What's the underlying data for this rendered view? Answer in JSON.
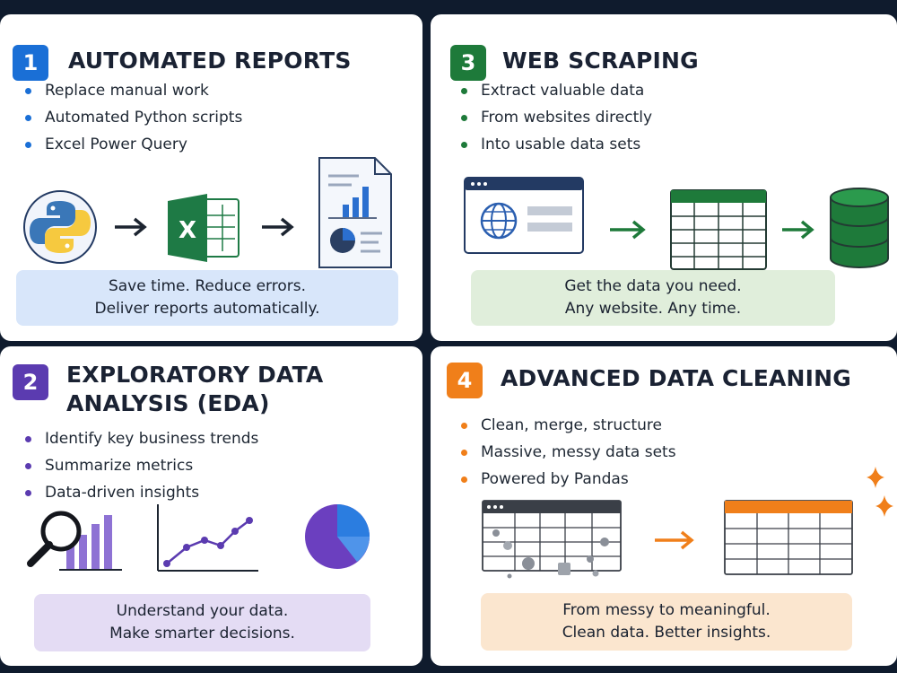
{
  "colors": {
    "blue": "#1a6fd6",
    "green": "#1e7a3a",
    "purple": "#5b3bb0",
    "orange": "#f07f1a",
    "blue_bg": "#d8e6fa",
    "green_bg": "#e0eedb",
    "purple_bg": "#e4dcf4",
    "orange_bg": "#fbe6cf"
  },
  "cards": [
    {
      "number": "1",
      "title_lines": [
        "AUTOMATED REPORTS"
      ],
      "bullets": [
        "Replace manual work",
        "Automated Python scripts",
        "Excel Power Query"
      ],
      "tagline": [
        "Save time. Reduce errors.",
        "Deliver reports automatically."
      ],
      "icons": [
        "python-logo-icon",
        "arrow-right-icon",
        "excel-icon",
        "arrow-right-icon",
        "report-document-icon"
      ]
    },
    {
      "number": "2",
      "title_lines": [
        "EXPLORATORY DATA",
        "ANALYSIS (EDA)"
      ],
      "bullets": [
        "Identify key business trends",
        "Summarize metrics",
        "Data-driven insights"
      ],
      "tagline": [
        "Understand your data.",
        "Make smarter decisions."
      ],
      "icons": [
        "magnifier-bar-chart-icon",
        "line-chart-icon",
        "pie-chart-icon"
      ]
    },
    {
      "number": "3",
      "title_lines": [
        "WEB SCRAPING"
      ],
      "bullets": [
        "Extract valuable data",
        "From websites directly",
        "Into usable data sets"
      ],
      "tagline": [
        "Get the data you need.",
        "Any website. Any time."
      ],
      "icons": [
        "browser-globe-icon",
        "arrow-right-icon",
        "spreadsheet-icon",
        "arrow-right-icon",
        "database-icon"
      ]
    },
    {
      "number": "4",
      "title_lines": [
        "ADVANCED DATA CLEANING"
      ],
      "bullets": [
        "Clean, merge, structure",
        "Massive, messy data sets",
        "Powered by Pandas"
      ],
      "tagline": [
        "From messy to meaningful.",
        "Clean data. Better insights."
      ],
      "icons": [
        "messy-table-icon",
        "arrow-right-icon",
        "clean-table-icon",
        "sparkle-icon"
      ]
    }
  ]
}
